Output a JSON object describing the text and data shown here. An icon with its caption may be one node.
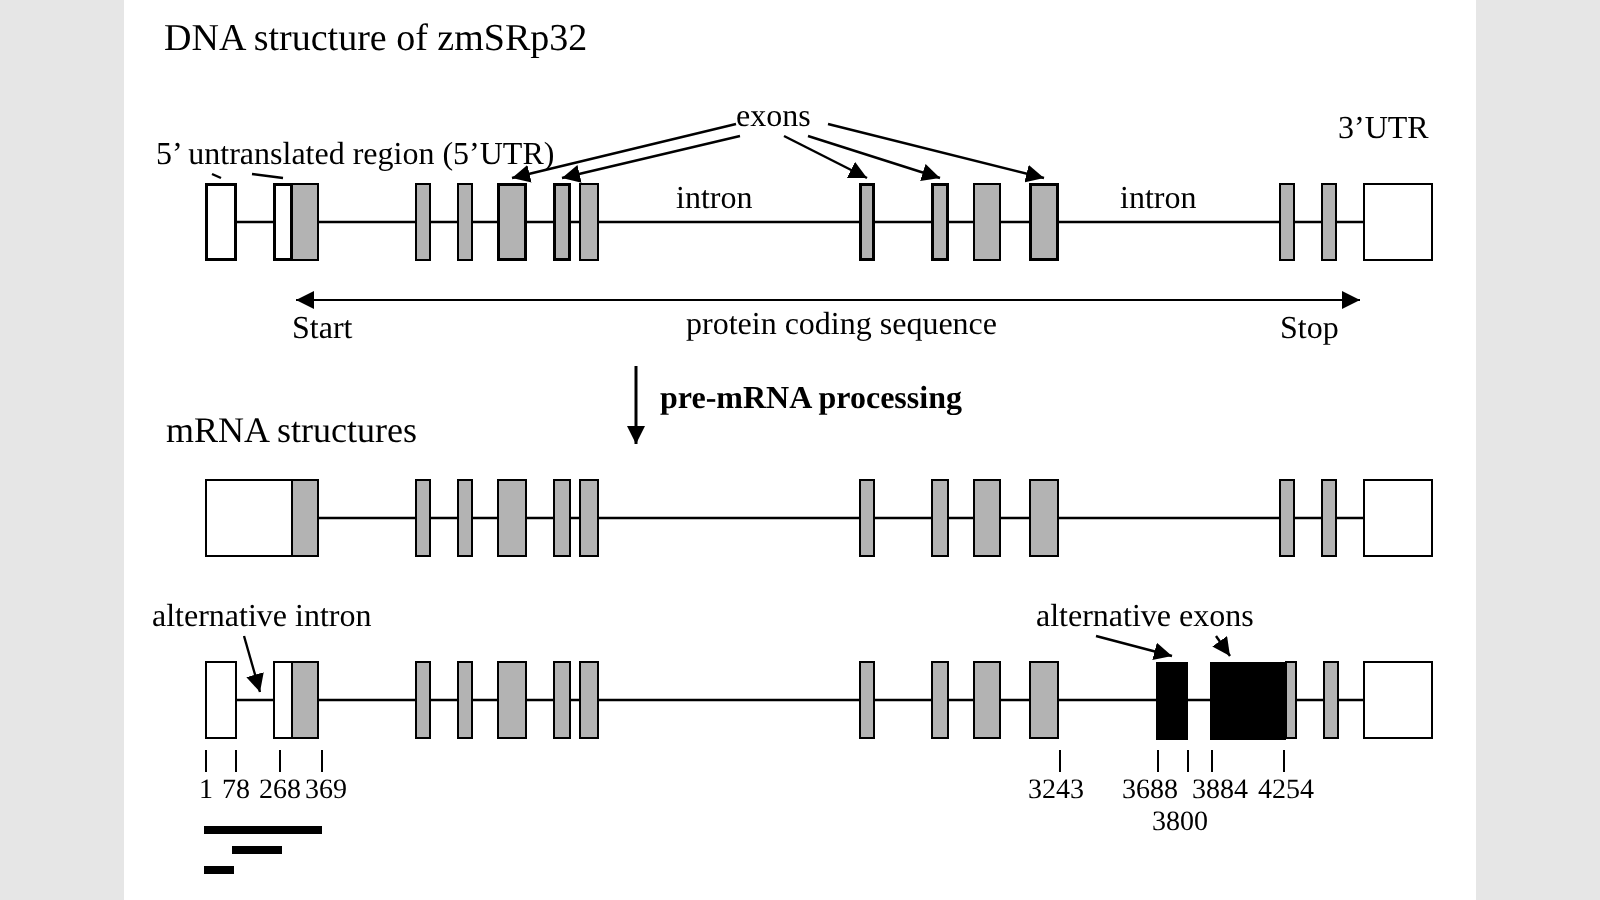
{
  "diagram": {
    "title": "DNA structure of zmSRp32",
    "nodes": [
      {
        "text": [
          "5’ untranslated region (5’UTR)"
        ]
      },
      {
        "text": [
          "exons"
        ]
      },
      {
        "text": [],
        "shape": "box"
      },
      {
        "text": [],
        "shape": "box"
      },
      {
        "text": [],
        "shape": "box"
      },
      {
        "text": [],
        "shape": "box"
      },
      {
        "text": [],
        "shape": "box"
      },
      {
        "text": [],
        "shape": "box"
      },
      {
        "text": [],
        "shape": "box"
      },
      {
        "text": [
          "alternative intron"
        ]
      },
      {
        "text": [
          "alternative exons"
        ]
      },
      {
        "text": [],
        "shape": "box"
      },
      {
        "text": [],
        "shape": "box"
      }
    ],
    "edges": [
      {
        "from": 0,
        "to": 2,
        "arrow": "none"
      },
      {
        "from": 0,
        "to": 3,
        "arrow": "none"
      },
      {
        "from": 1,
        "to": 4,
        "arrow": "to"
      },
      {
        "from": 1,
        "to": 5,
        "arrow": "to"
      },
      {
        "from": 1,
        "to": 6,
        "arrow": "to"
      },
      {
        "from": 1,
        "to": 7,
        "arrow": "to"
      },
      {
        "from": 1,
        "to": 8,
        "arrow": "to"
      },
      {
        "from": 9,
        "to": null,
        "arrow": "to"
      },
      {
        "from": 10,
        "to": 11,
        "arrow": "to"
      },
      {
        "from": 10,
        "to": 12,
        "arrow": "to"
      }
    ],
    "labels": [
      "3’UTR",
      "intron",
      "intron",
      "Start",
      "protein coding sequence",
      "Stop",
      "pre-mRNA processing",
      "mRNA structures",
      "1",
      "78",
      "268",
      "369",
      "3243",
      "3688",
      "3884",
      "4254",
      "3800"
    ]
  }
}
